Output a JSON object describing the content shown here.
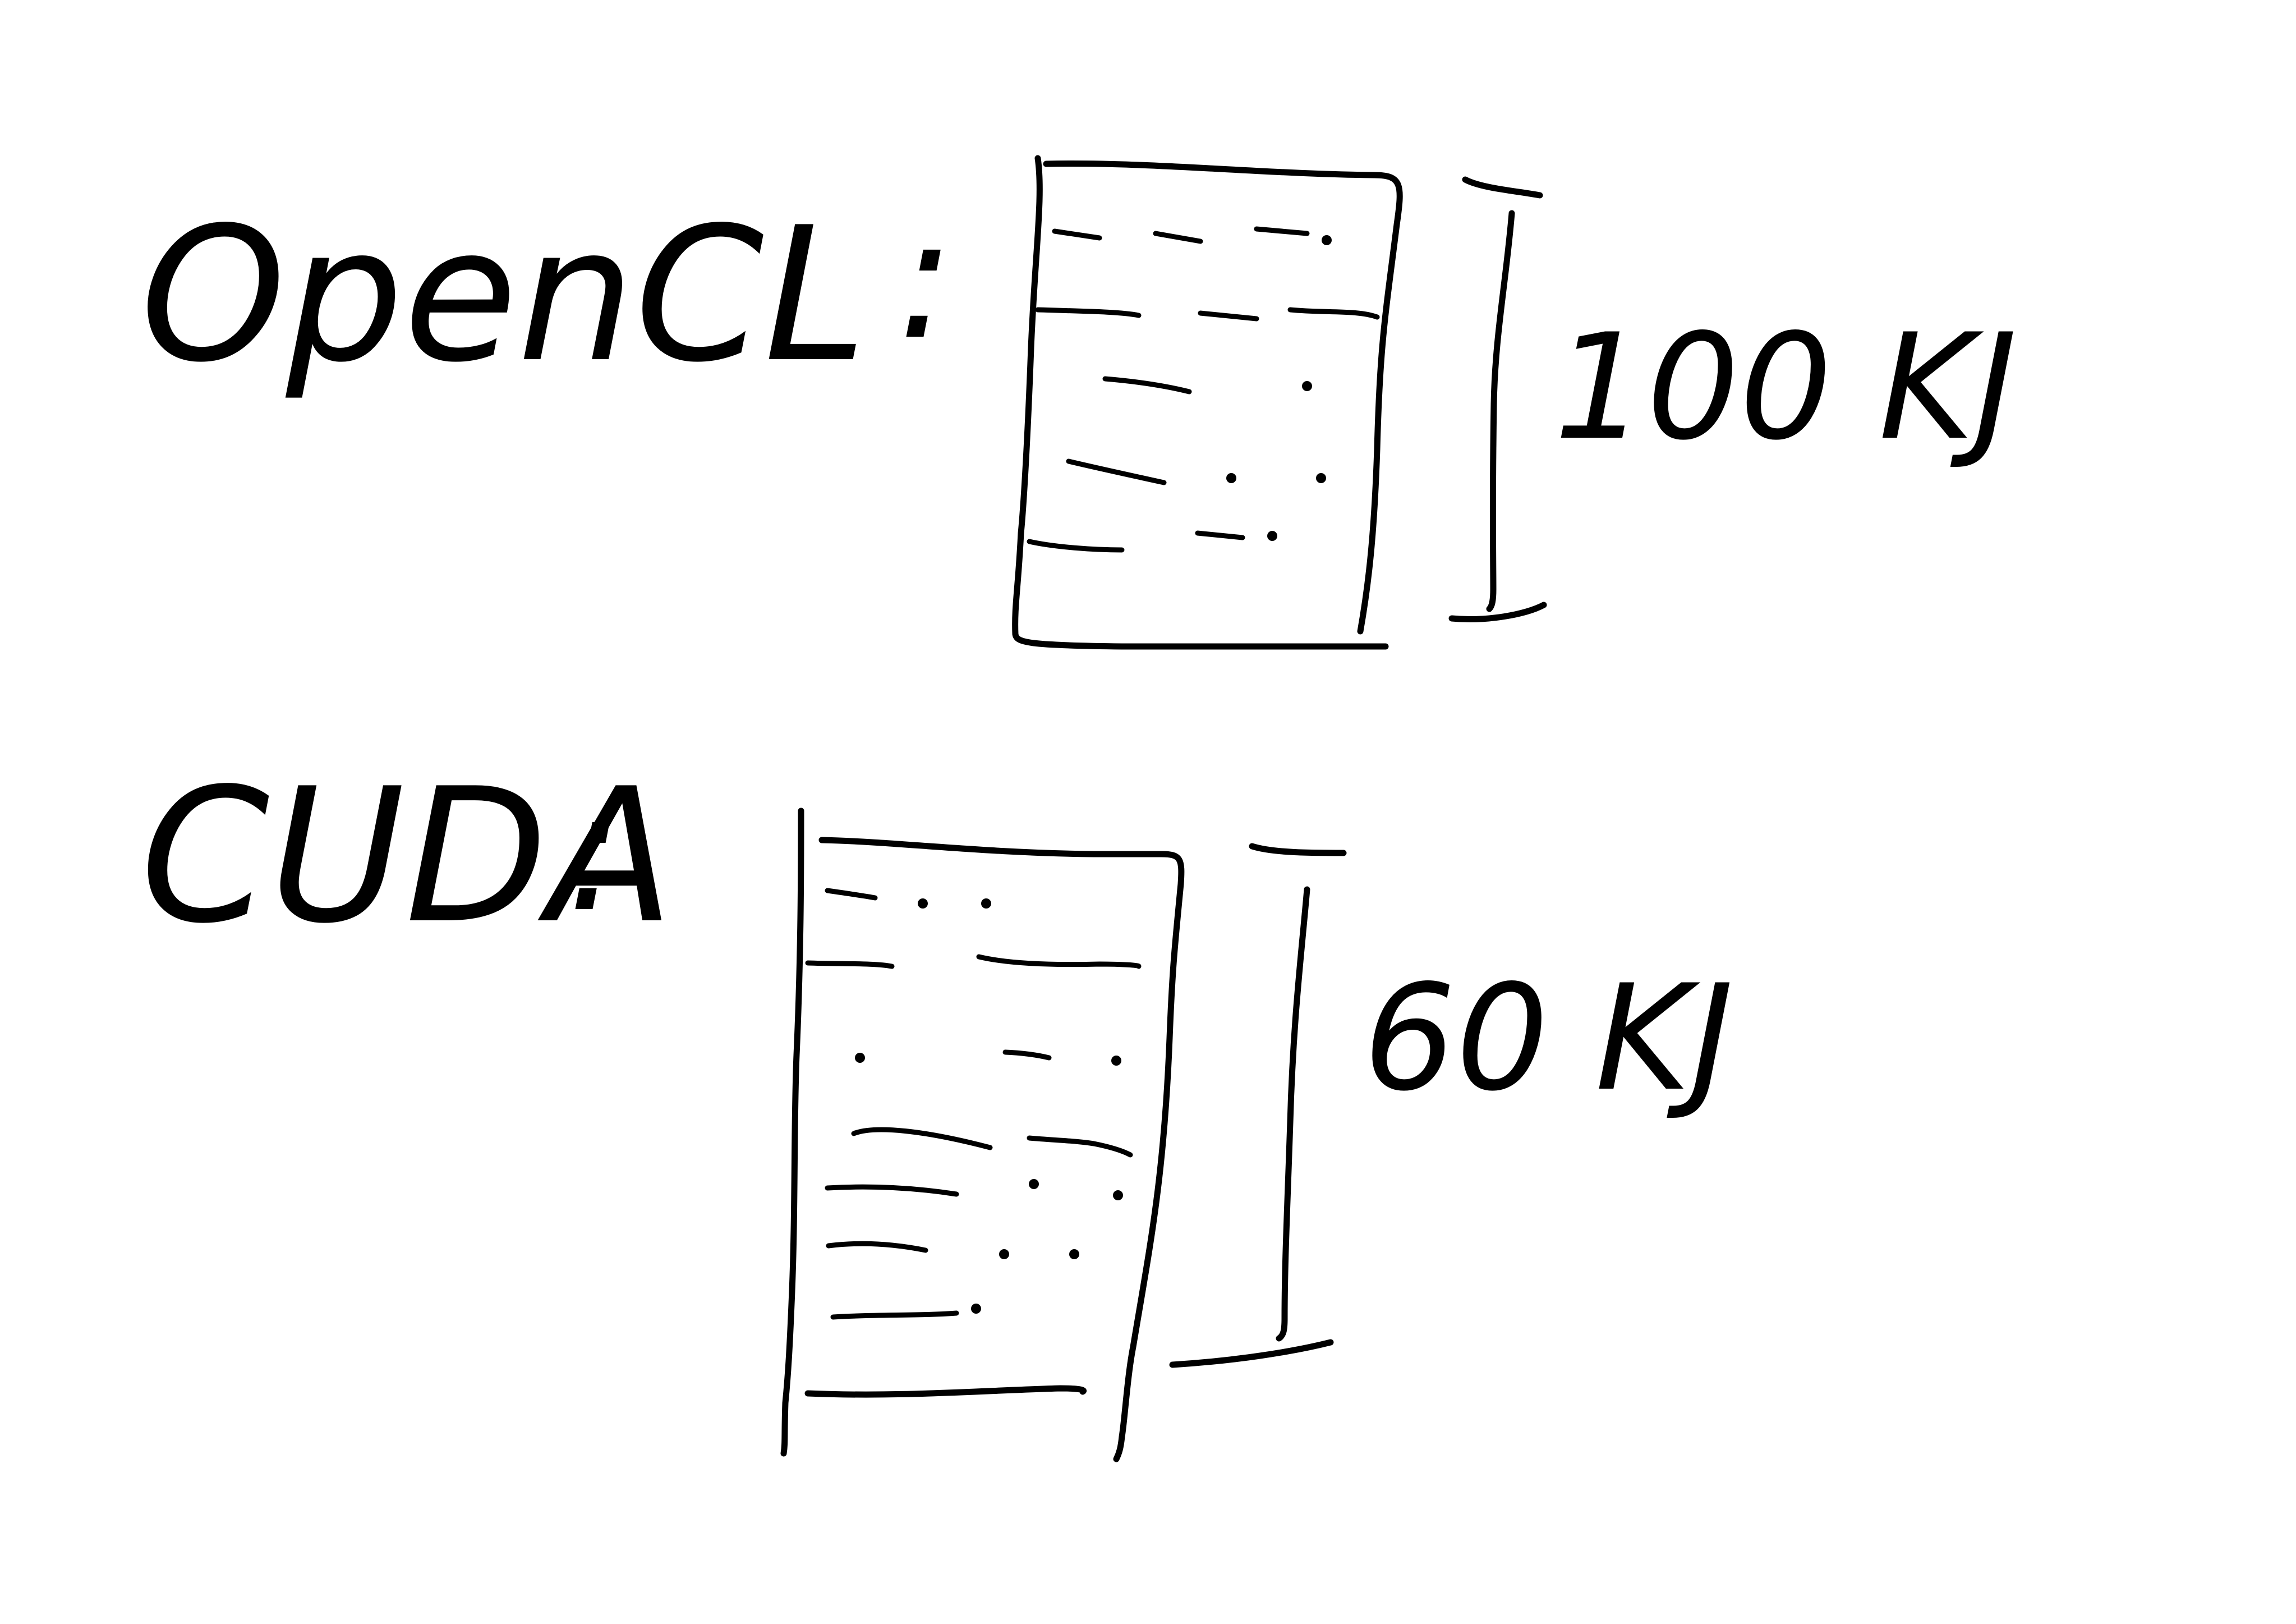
{
  "sections": [
    {
      "label": "OpenCL",
      "separator": ":",
      "annotation": "100 KJ"
    },
    {
      "label": "CUDA",
      "separator": ":",
      "annotation": "60 KJ"
    }
  ],
  "colors": {
    "ink": "#000000",
    "paper": "#ffffff"
  }
}
